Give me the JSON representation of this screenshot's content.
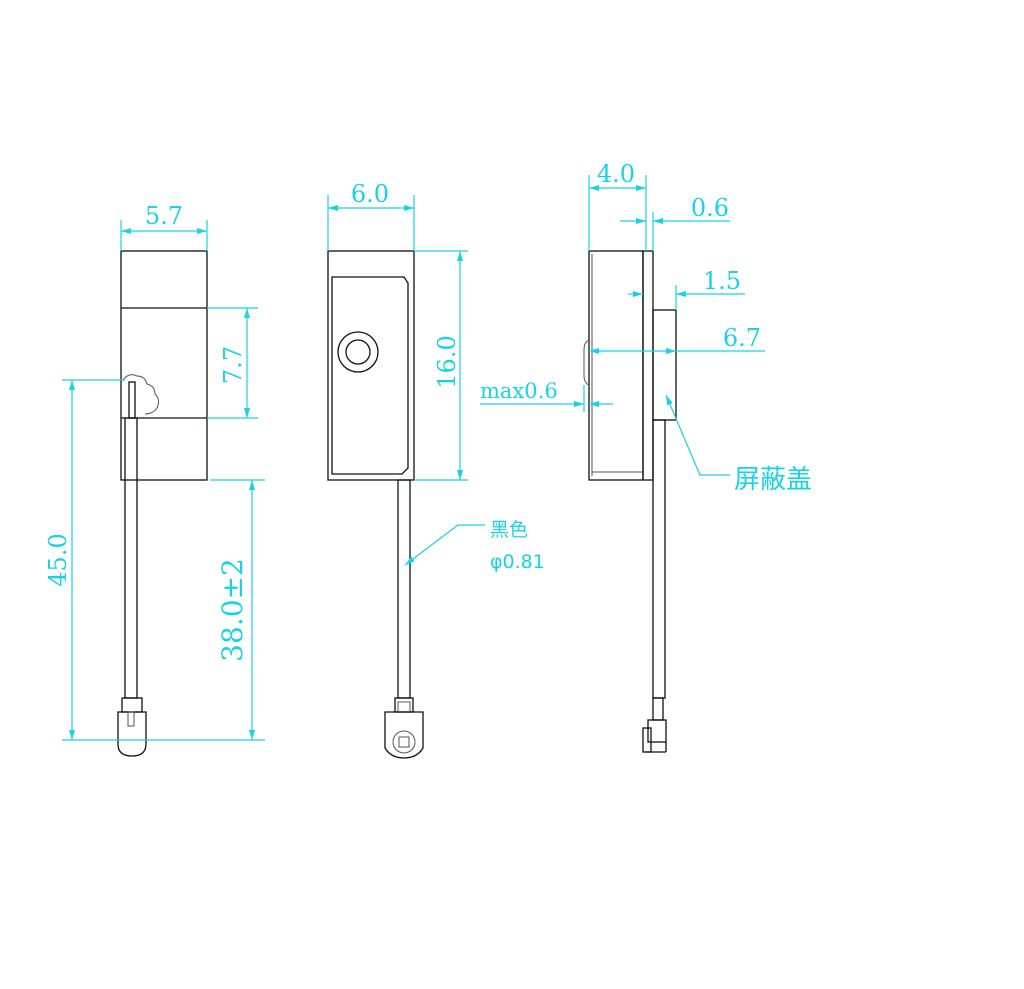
{
  "drawing": {
    "front_view": {
      "width_dim": "5.7",
      "shield_height_dim": "7.7",
      "total_length_dim": "45.0",
      "cable_length_dim": "38.0±2"
    },
    "back_view": {
      "width_dim": "6.0",
      "height_dim": "16.0",
      "cable_color_label": "黑色",
      "cable_diameter_label": "φ0.81"
    },
    "side_view": {
      "thickness_dim": "4.0",
      "plate_dim": "0.6",
      "shield_offset_dim": "1.5",
      "total_thickness_dim": "6.7",
      "bump_dim": "max0.6",
      "shield_label": "屏蔽盖"
    },
    "colors": {
      "dimension": "#19d3e3",
      "outline": "#111111"
    }
  }
}
